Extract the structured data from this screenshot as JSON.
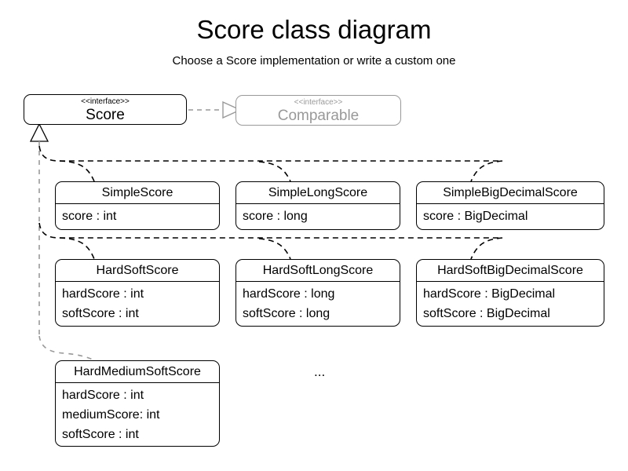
{
  "diagram": {
    "title": "Score class diagram",
    "subtitle": "Choose a Score implementation or write a custom one",
    "ellipsis": "...",
    "stereotype": "<<interface>>",
    "colors": {
      "stroke": "#000000",
      "faded_stroke": "#999999",
      "background": "#ffffff",
      "edge": "#000000",
      "trunk": "#999999"
    }
  },
  "interfaces": {
    "score": {
      "stereotype": "<<interface>>",
      "name": "Score"
    },
    "comparable": {
      "stereotype": "<<interface>>",
      "name": "Comparable"
    }
  },
  "classes": [
    {
      "name": "SimpleScore",
      "attributes": [
        "score : int"
      ]
    },
    {
      "name": "SimpleLongScore",
      "attributes": [
        "score : long"
      ]
    },
    {
      "name": "SimpleBigDecimalScore",
      "attributes": [
        "score : BigDecimal"
      ]
    },
    {
      "name": "HardSoftScore",
      "attributes": [
        "hardScore : int",
        "softScore : int"
      ]
    },
    {
      "name": "HardSoftLongScore",
      "attributes": [
        "hardScore : long",
        "softScore : long"
      ]
    },
    {
      "name": "HardSoftBigDecimalScore",
      "attributes": [
        "hardScore : BigDecimal",
        "softScore : BigDecimal"
      ]
    },
    {
      "name": "HardMediumSoftScore",
      "attributes": [
        "hardScore : int",
        "mediumScore: int",
        "softScore : int"
      ]
    }
  ],
  "relationships": [
    {
      "type": "realization",
      "from": "Score",
      "to": "Comparable"
    },
    {
      "type": "generalization",
      "from": "SimpleScore",
      "to": "Score"
    },
    {
      "type": "generalization",
      "from": "SimpleLongScore",
      "to": "Score"
    },
    {
      "type": "generalization",
      "from": "SimpleBigDecimalScore",
      "to": "Score"
    },
    {
      "type": "generalization",
      "from": "HardSoftScore",
      "to": "Score"
    },
    {
      "type": "generalization",
      "from": "HardSoftLongScore",
      "to": "Score"
    },
    {
      "type": "generalization",
      "from": "HardSoftBigDecimalScore",
      "to": "Score"
    },
    {
      "type": "generalization",
      "from": "HardMediumSoftScore",
      "to": "Score"
    }
  ]
}
